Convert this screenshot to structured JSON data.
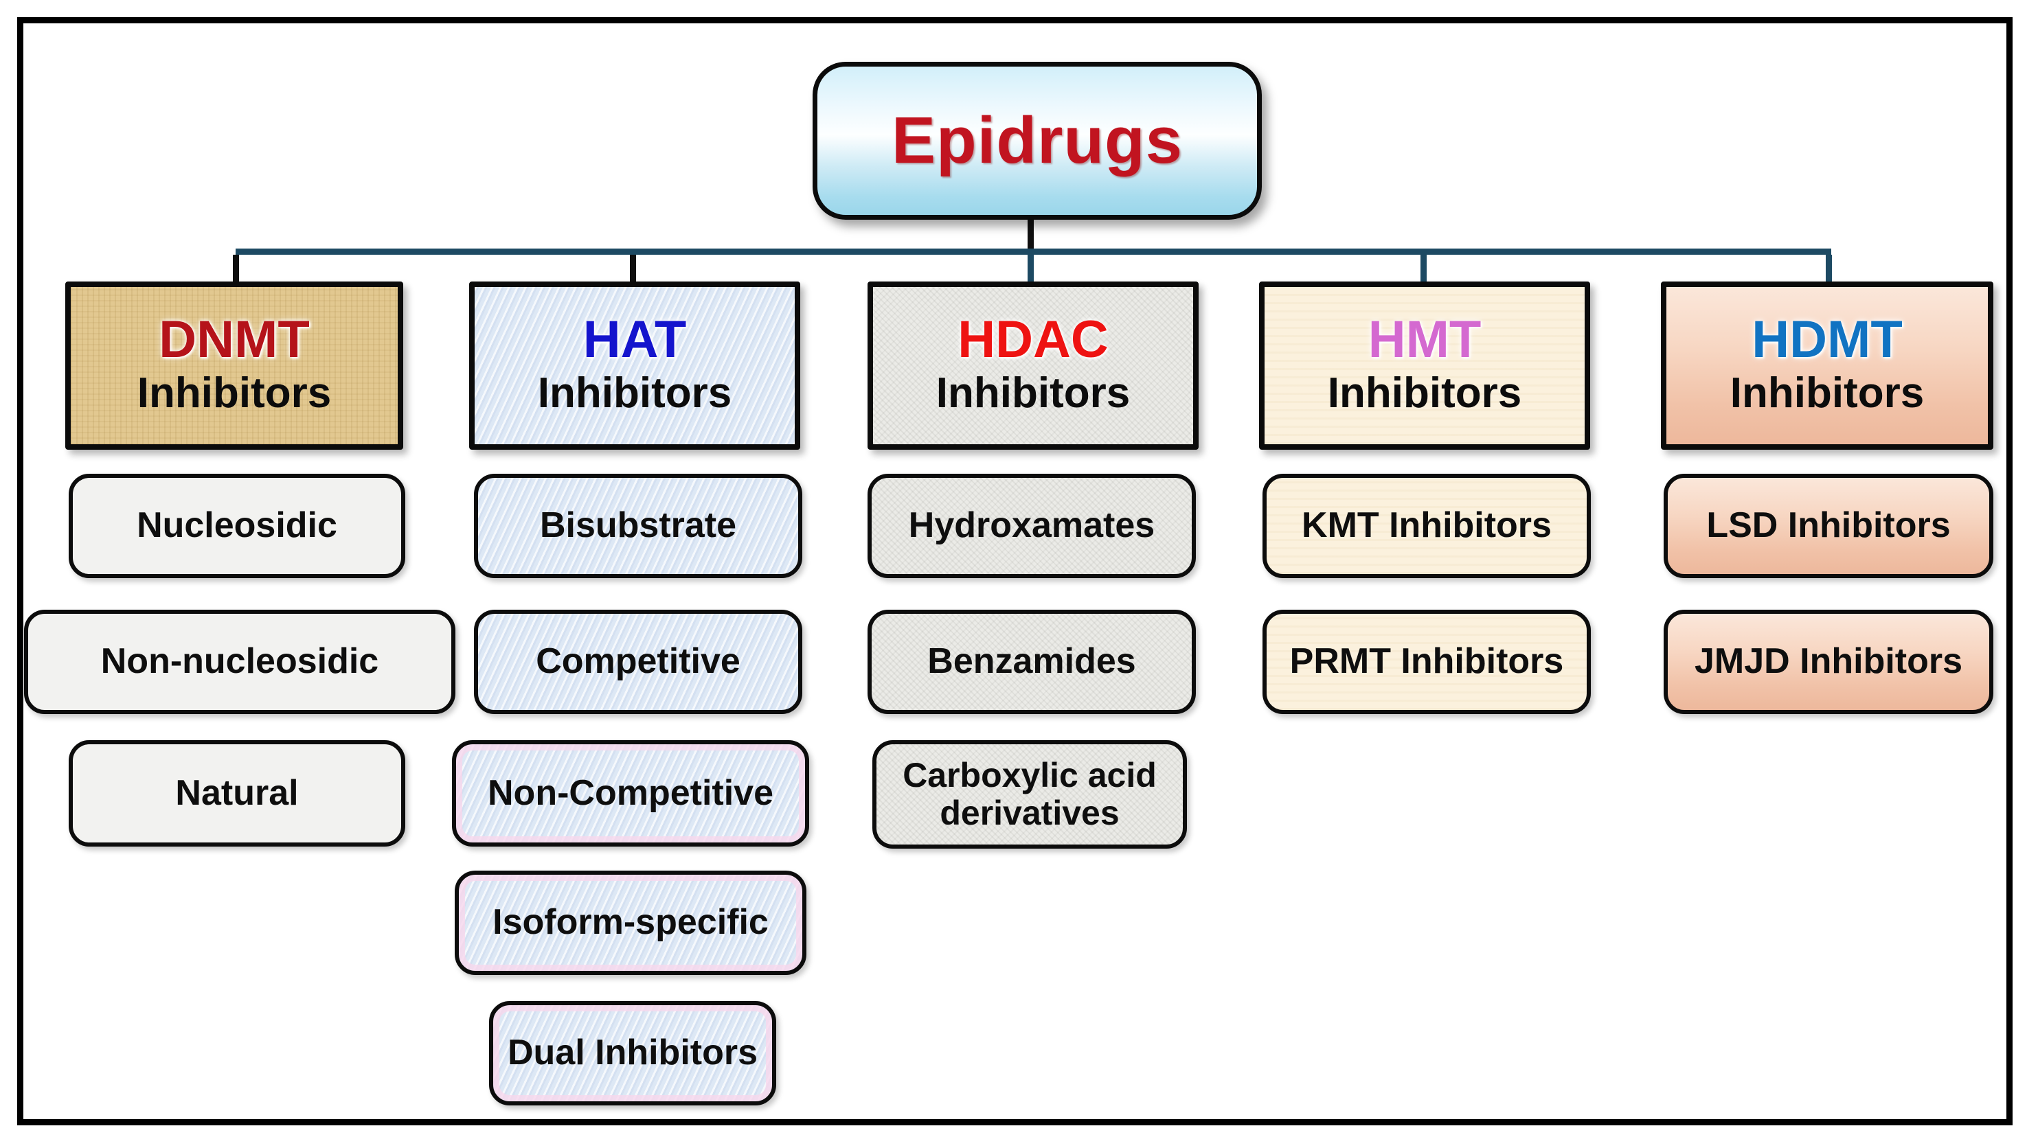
{
  "diagram": {
    "title_node": {
      "label": "Epidrugs"
    },
    "columns": [
      {
        "acronym": "DNMT",
        "suffix": "Inhibitors",
        "acronym_color": "#b5131a",
        "children": [
          {
            "label": "Nucleosidic"
          },
          {
            "label": "Non-nucleosidic"
          },
          {
            "label": "Natural"
          }
        ]
      },
      {
        "acronym": "HAT",
        "suffix": "Inhibitors",
        "acronym_color": "#1414cd",
        "children": [
          {
            "label": "Bisubstrate"
          },
          {
            "label": "Competitive"
          },
          {
            "label": "Non-Competitive"
          },
          {
            "label": "Isoform-specific"
          },
          {
            "label": "Dual Inhibitors"
          }
        ]
      },
      {
        "acronym": "HDAC",
        "suffix": "Inhibitors",
        "acronym_color": "#ee1312",
        "children": [
          {
            "label": "Hydroxamates"
          },
          {
            "label": "Benzamides"
          },
          {
            "label": "Carboxylic acid derivatives"
          }
        ]
      },
      {
        "acronym": "HMT",
        "suffix": "Inhibitors",
        "acronym_color": "#d469d0",
        "children": [
          {
            "label": "KMT Inhibitors"
          },
          {
            "label": "PRMT Inhibitors"
          }
        ]
      },
      {
        "acronym": "HDMT",
        "suffix": "Inhibitors",
        "acronym_color": "#1173c2",
        "children": [
          {
            "label": "LSD Inhibitors"
          },
          {
            "label": "JMJD Inhibitors"
          }
        ]
      }
    ],
    "colors": {
      "root_text": "#c11420",
      "connector_rail": "#1d4a63",
      "connector_black": "#0f0f0f",
      "frame_border": "#000000",
      "dnmt_fill": "#e2c890",
      "hat_fill": "#dde8f5",
      "hdac_fill": "#ebebe7",
      "hmt_fill": "#fbf1dd",
      "hdmt_fill_top": "#fbe7da",
      "hdmt_fill_bottom": "#edb89c",
      "root_fill_top": "#d2effa",
      "root_fill_bottom": "#9bd6ea",
      "plain_child_fill": "#f2f2f0"
    }
  }
}
